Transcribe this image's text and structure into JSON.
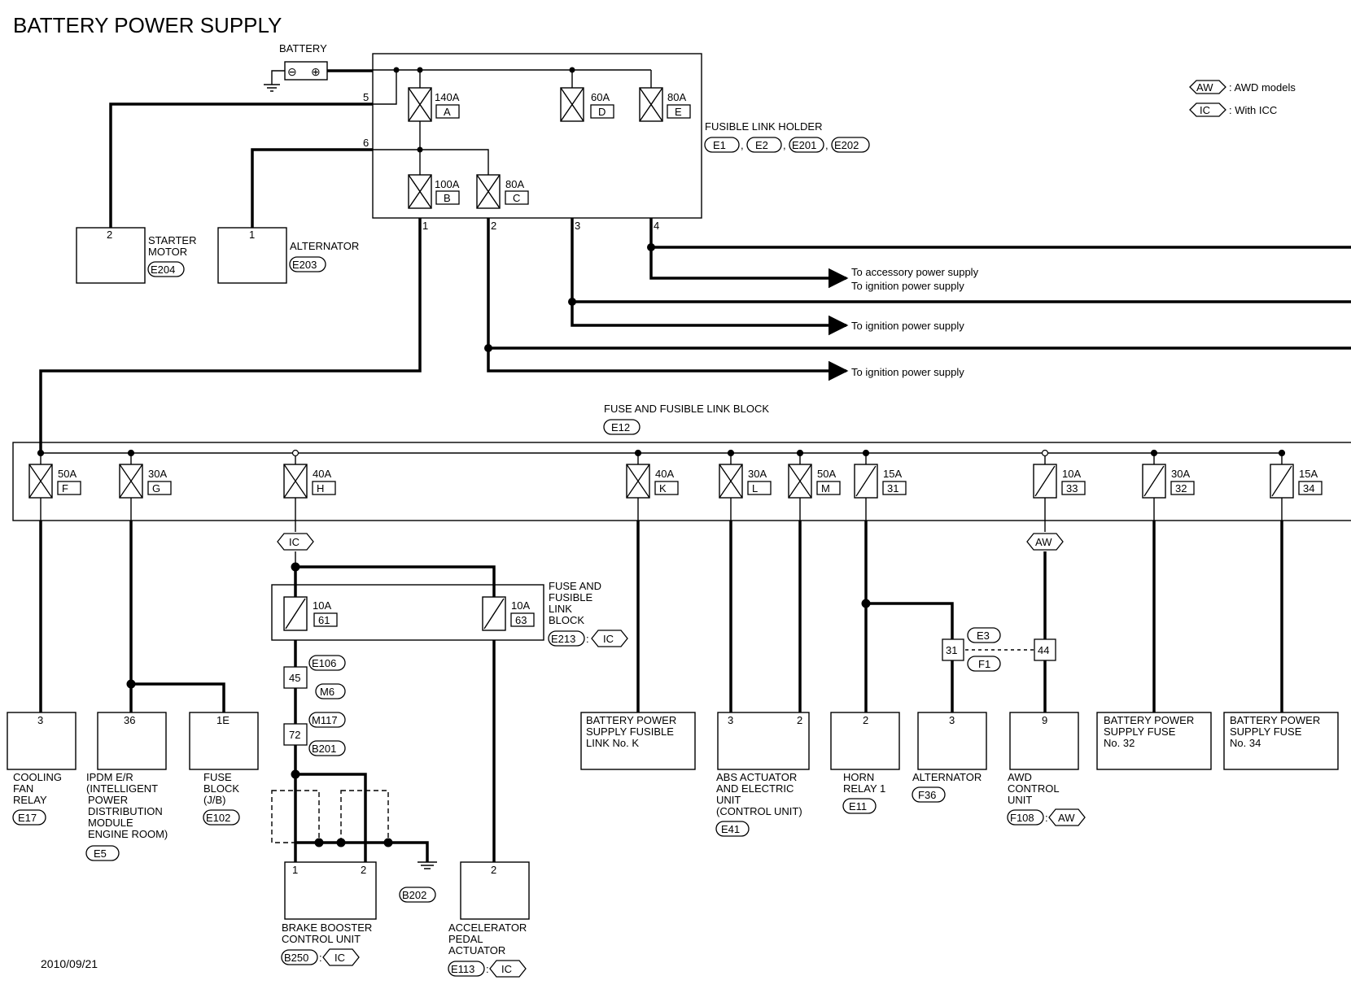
{
  "title": "BATTERY POWER SUPPLY",
  "date": "2010/09/21",
  "legend": [
    {
      "tag": "AW",
      "text": ": AWD models"
    },
    {
      "tag": "IC",
      "text": ": With ICC"
    }
  ],
  "battery": {
    "label": "BATTERY",
    "minus": "⊖",
    "plus": "⊕"
  },
  "fusible_link_holder": {
    "label": "FUSIBLE LINK HOLDER",
    "connectors": [
      "E1",
      "E2",
      "E201",
      "E202"
    ],
    "fuses": [
      {
        "amp": "140A",
        "id": "A"
      },
      {
        "amp": "60A",
        "id": "D"
      },
      {
        "amp": "80A",
        "id": "E"
      },
      {
        "amp": "100A",
        "id": "B"
      },
      {
        "amp": "80A",
        "id": "C"
      }
    ],
    "pins": [
      "5",
      "6",
      "1",
      "2",
      "3",
      "4"
    ]
  },
  "starter_motor": {
    "pin": "2",
    "name_lines": [
      "STARTER",
      "MOTOR"
    ],
    "connector": "E204"
  },
  "alternator_top": {
    "pin": "1",
    "name": "ALTERNATOR",
    "connector": "E203"
  },
  "destinations": [
    "To accessory power supply",
    "To ignition power supply",
    "To ignition power supply",
    "To ignition power supply"
  ],
  "fuse_block": {
    "label": "FUSE AND FUSIBLE LINK BLOCK",
    "connector": "E12",
    "fuses": [
      {
        "amp": "50A",
        "id": "F"
      },
      {
        "amp": "30A",
        "id": "G"
      },
      {
        "amp": "40A",
        "id": "H"
      },
      {
        "amp": "40A",
        "id": "K"
      },
      {
        "amp": "30A",
        "id": "L"
      },
      {
        "amp": "50A",
        "id": "M"
      },
      {
        "amp": "15A",
        "id": "31"
      },
      {
        "amp": "10A",
        "id": "33"
      },
      {
        "amp": "30A",
        "id": "32"
      },
      {
        "amp": "15A",
        "id": "34"
      }
    ]
  },
  "sub_block": {
    "label_lines": [
      "FUSE AND",
      "FUSIBLE",
      "LINK",
      "BLOCK"
    ],
    "connector": "E213",
    "tag": "IC",
    "fuses": [
      {
        "amp": "10A",
        "id": "61"
      },
      {
        "amp": "10A",
        "id": "63"
      }
    ]
  },
  "tags": {
    "ic": "IC",
    "aw": "AW"
  },
  "inline": {
    "c45": "45",
    "c72": "72",
    "e106": "E106",
    "m6": "M6",
    "m117": "M117",
    "b201": "B201",
    "c31": "31",
    "c44": "44",
    "e3": "E3",
    "f1": "F1",
    "b202": "B202"
  },
  "components": {
    "cooling_fan_relay": {
      "pin": "3",
      "name_lines": [
        "COOLING",
        "FAN",
        "RELAY"
      ],
      "connector": "E17"
    },
    "ipdm": {
      "pin": "36",
      "name_lines": [
        "IPDM E/R",
        "(INTELLIGENT",
        "POWER",
        "DISTRIBUTION",
        "MODULE",
        "ENGINE ROOM)"
      ],
      "connector": "E5"
    },
    "fuse_block_jb": {
      "pin": "1E",
      "name_lines": [
        "FUSE",
        "BLOCK",
        "(J/B)"
      ],
      "connector": "E102"
    },
    "brake_booster": {
      "pins": [
        "1",
        "2"
      ],
      "name_lines": [
        "BRAKE BOOSTER",
        "CONTROL UNIT"
      ],
      "connector": "B250",
      "tag": "IC"
    },
    "accel_pedal": {
      "pin": "2",
      "name_lines": [
        "ACCELERATOR",
        "PEDAL",
        "ACTUATOR"
      ],
      "connector": "E113",
      "tag": "IC"
    },
    "bat_link_k": {
      "name_lines": [
        "BATTERY POWER",
        "SUPPLY FUSIBLE",
        "LINK No. K"
      ]
    },
    "abs": {
      "pins": [
        "3",
        "2"
      ],
      "name_lines": [
        "ABS ACTUATOR",
        "AND ELECTRIC",
        "UNIT",
        "(CONTROL UNIT)"
      ],
      "connector": "E41"
    },
    "horn_relay": {
      "pin": "2",
      "name_lines": [
        "HORN",
        "RELAY 1"
      ],
      "connector": "E11"
    },
    "alternator_bot": {
      "pin": "3",
      "name_lines": [
        "ALTERNATOR"
      ],
      "connector": "F36"
    },
    "awd_cu": {
      "pin": "9",
      "name_lines": [
        "AWD",
        "CONTROL",
        "UNIT"
      ],
      "connector": "F108",
      "tag": "AW"
    },
    "bat_fuse_32": {
      "name_lines": [
        "BATTERY POWER",
        "SUPPLY FUSE",
        "No. 32"
      ]
    },
    "bat_fuse_34": {
      "name_lines": [
        "BATTERY POWER",
        "SUPPLY FUSE",
        "No. 34"
      ]
    }
  }
}
